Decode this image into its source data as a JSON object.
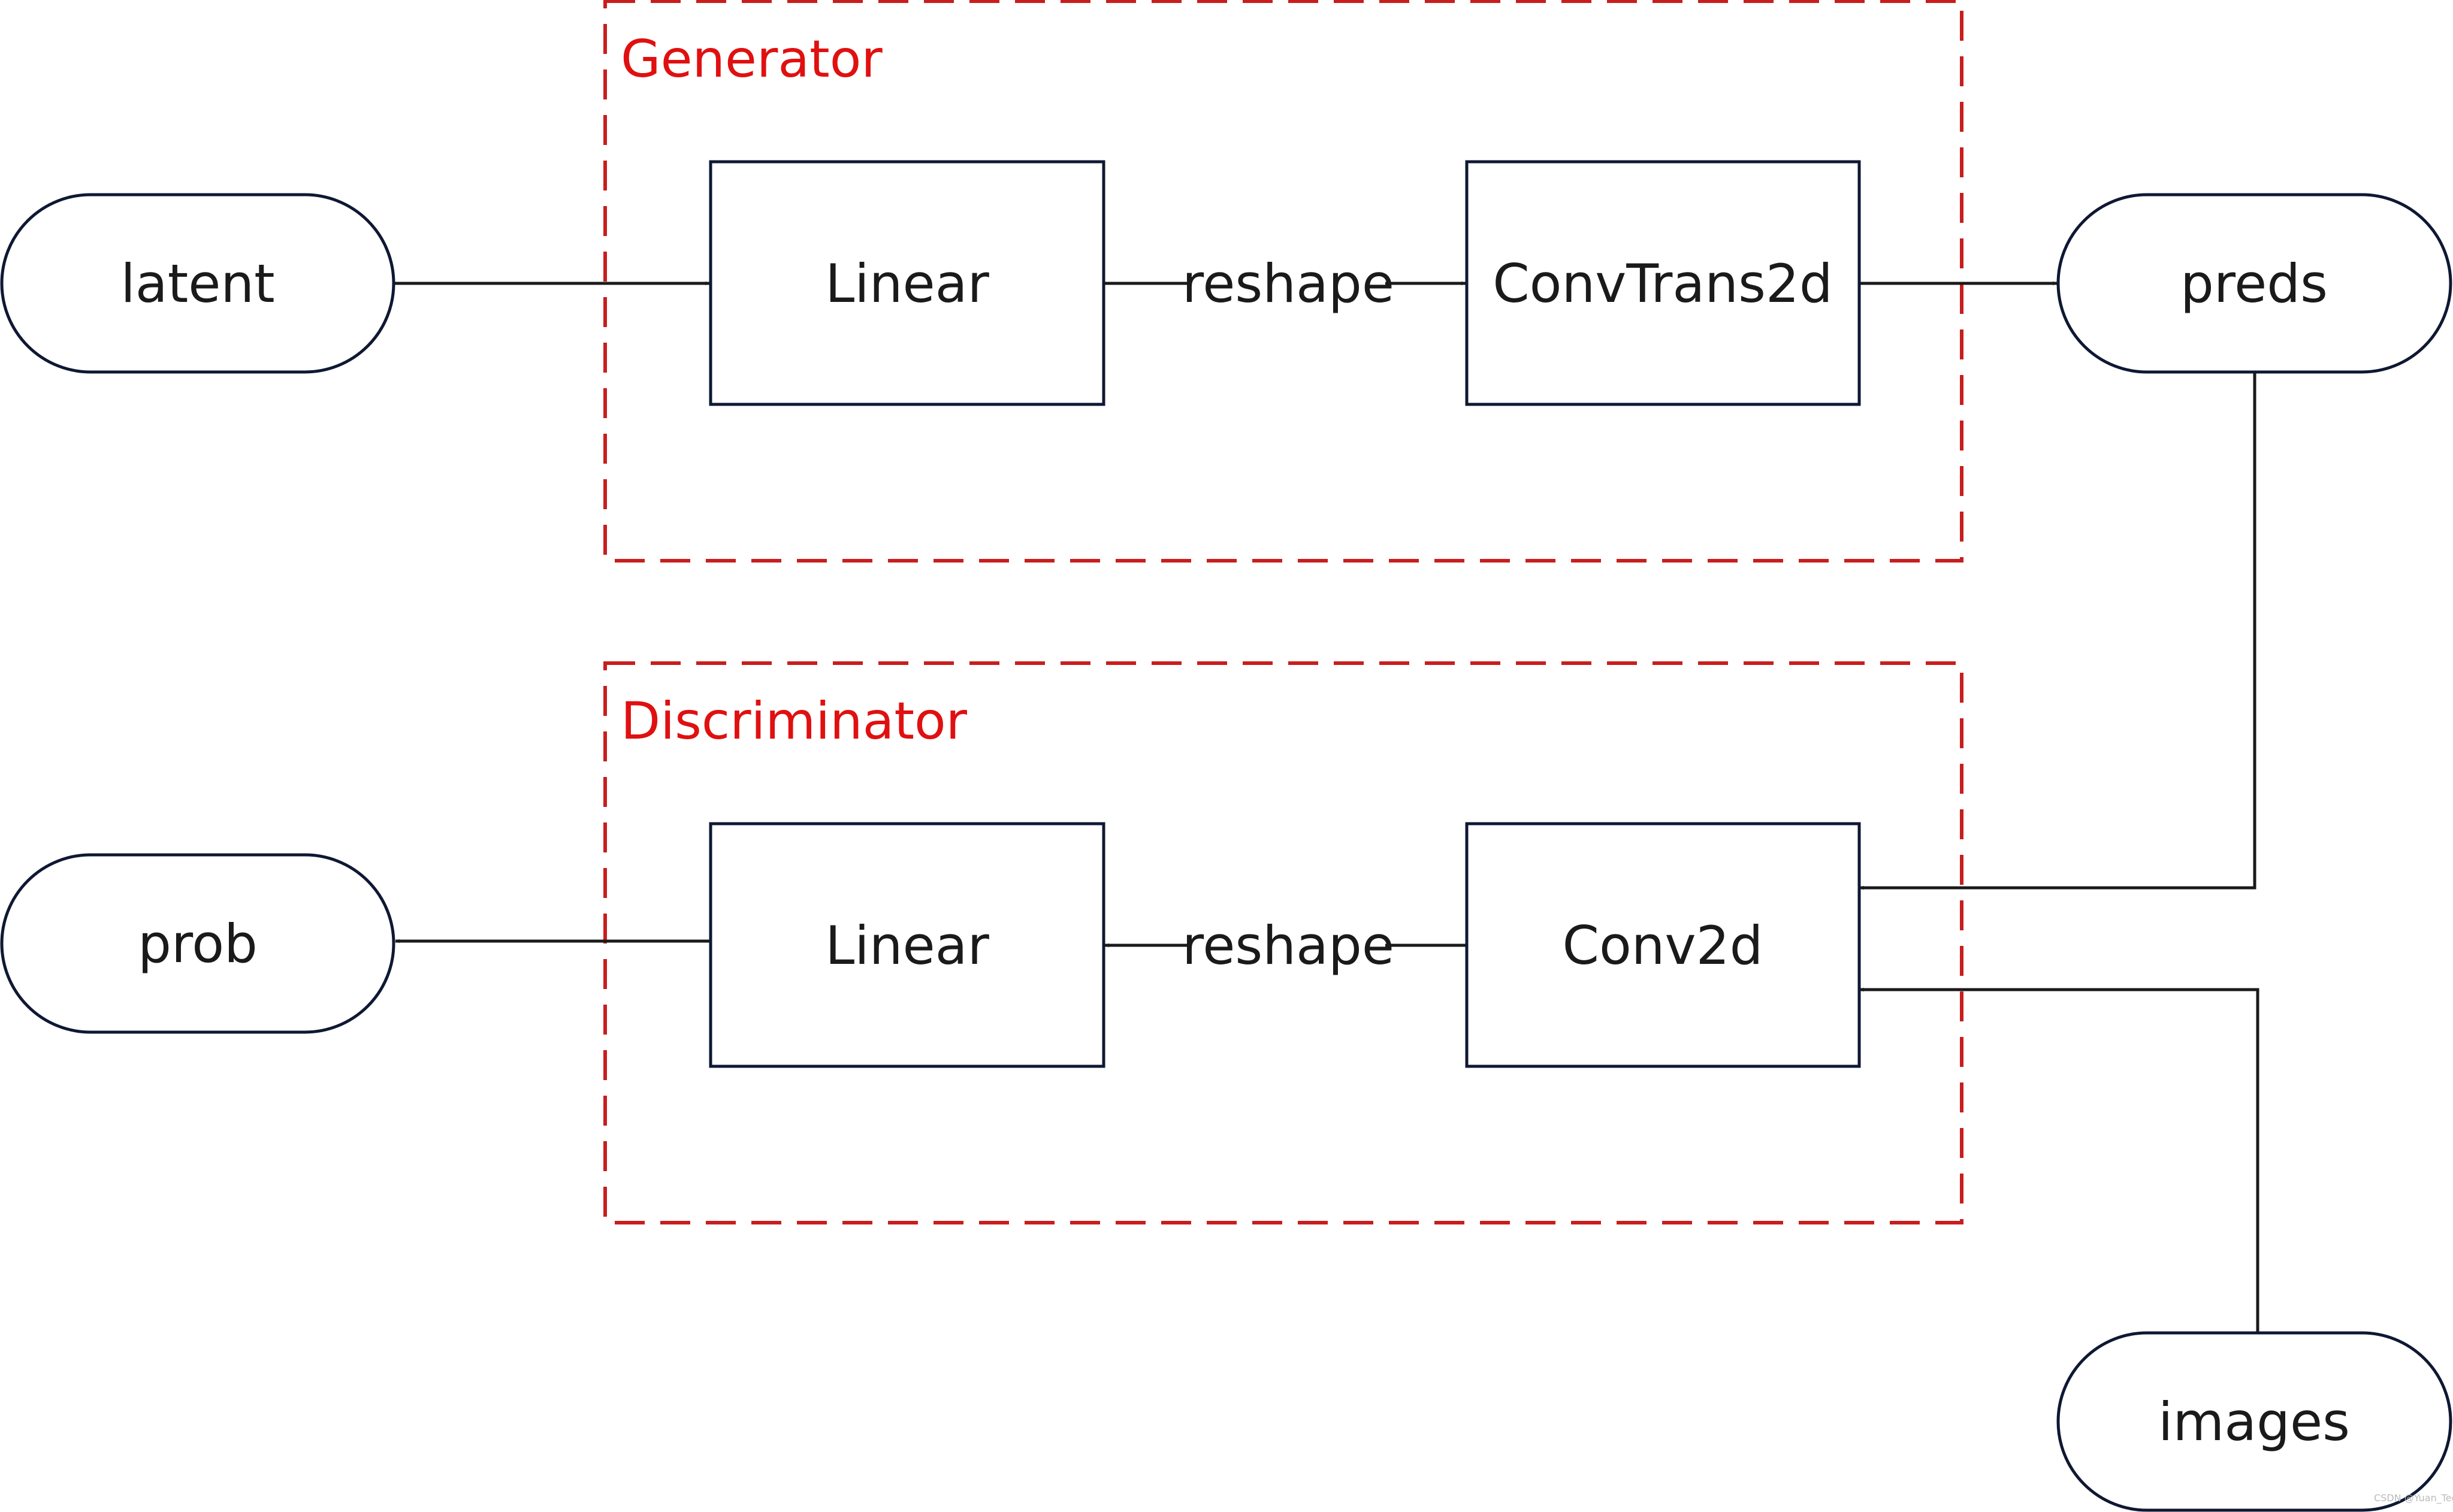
{
  "colors": {
    "background": "#ffffff",
    "stroke": "#0f1833",
    "arrow": "#1a1a1a",
    "group_border": "#c81e1e",
    "group_label": "#e01010"
  },
  "groups": {
    "generator": {
      "label": "Generator"
    },
    "discriminator": {
      "label": "Discriminator"
    }
  },
  "nodes": {
    "latent": {
      "label": "latent",
      "shape": "terminal"
    },
    "gen_linear": {
      "label": "Linear",
      "shape": "process"
    },
    "conv_trans": {
      "label": "ConvTrans2d",
      "shape": "process"
    },
    "preds": {
      "label": "preds",
      "shape": "terminal"
    },
    "prob": {
      "label": "prob",
      "shape": "terminal"
    },
    "disc_linear": {
      "label": "Linear",
      "shape": "process"
    },
    "conv2d": {
      "label": "Conv2d",
      "shape": "process"
    },
    "images": {
      "label": "images",
      "shape": "terminal"
    }
  },
  "edges": [
    {
      "from": "latent",
      "to": "gen_linear",
      "label": ""
    },
    {
      "from": "gen_linear",
      "to": "conv_trans",
      "label": "reshape"
    },
    {
      "from": "conv_trans",
      "to": "preds",
      "label": ""
    },
    {
      "from": "preds",
      "to": "conv2d",
      "label": ""
    },
    {
      "from": "images",
      "to": "conv2d",
      "label": ""
    },
    {
      "from": "conv2d",
      "to": "disc_linear",
      "label": "reshape"
    },
    {
      "from": "disc_linear",
      "to": "prob",
      "label": ""
    }
  ],
  "edge_labels": {
    "gen_reshape": "reshape",
    "disc_reshape": "reshape"
  },
  "watermark": "CSDN @Yuan_Tech"
}
